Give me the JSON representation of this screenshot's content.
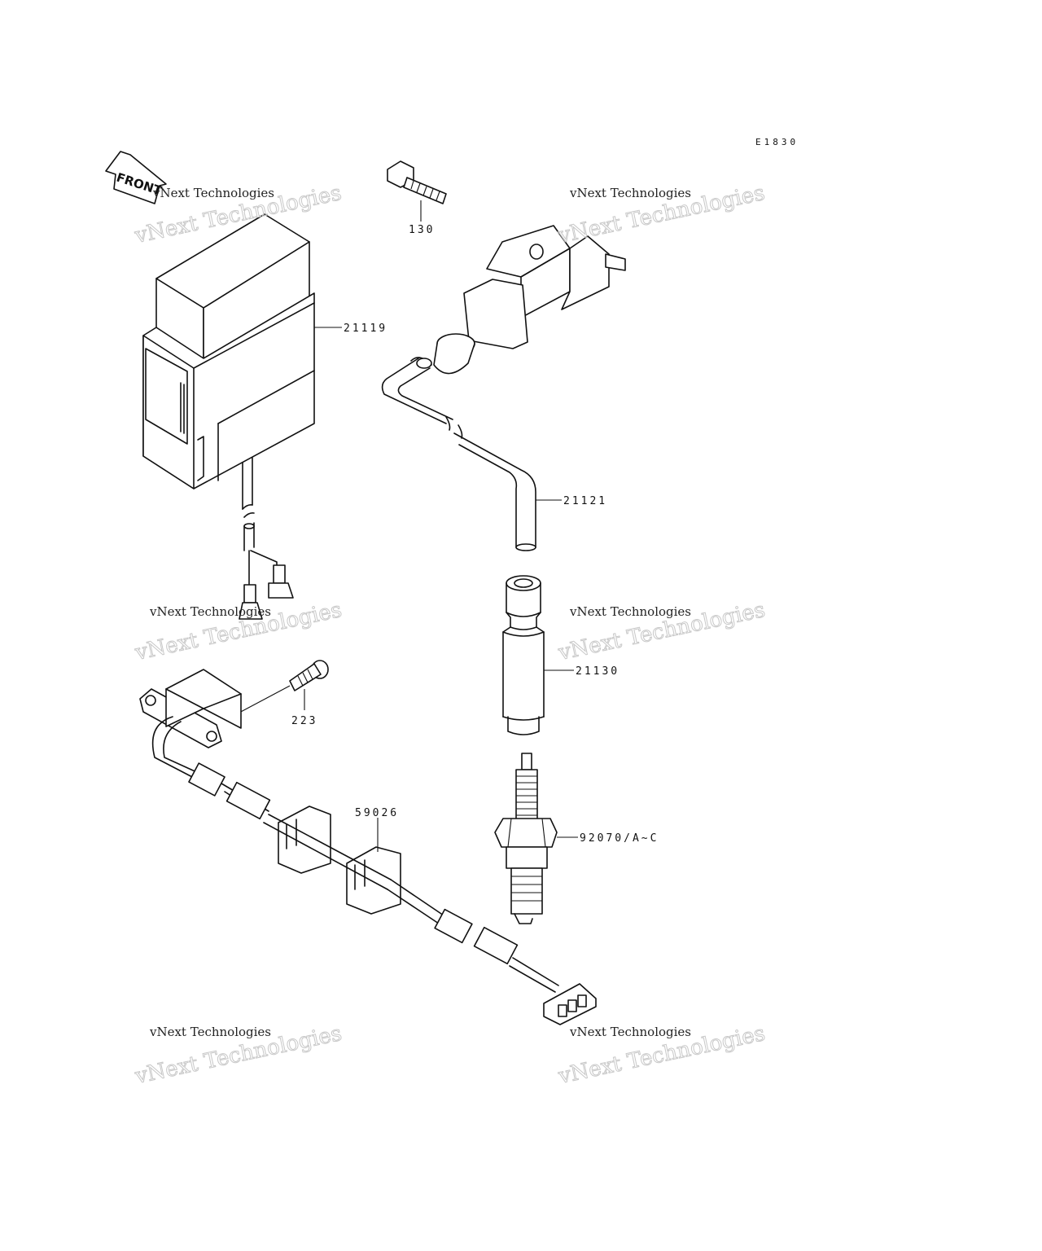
{
  "diagram_code": "E1830",
  "front_indicator": "FRONT",
  "parts": {
    "bolt": "130",
    "cdi_unit": "21119",
    "ignition_coil": "21121",
    "plug_cap": "21130",
    "screw": "223",
    "pickup_coil": "59026",
    "spark_plug": "92070/A~C"
  },
  "watermark": {
    "line1": "vNext Technologies",
    "line2": "vNext Technologies"
  }
}
